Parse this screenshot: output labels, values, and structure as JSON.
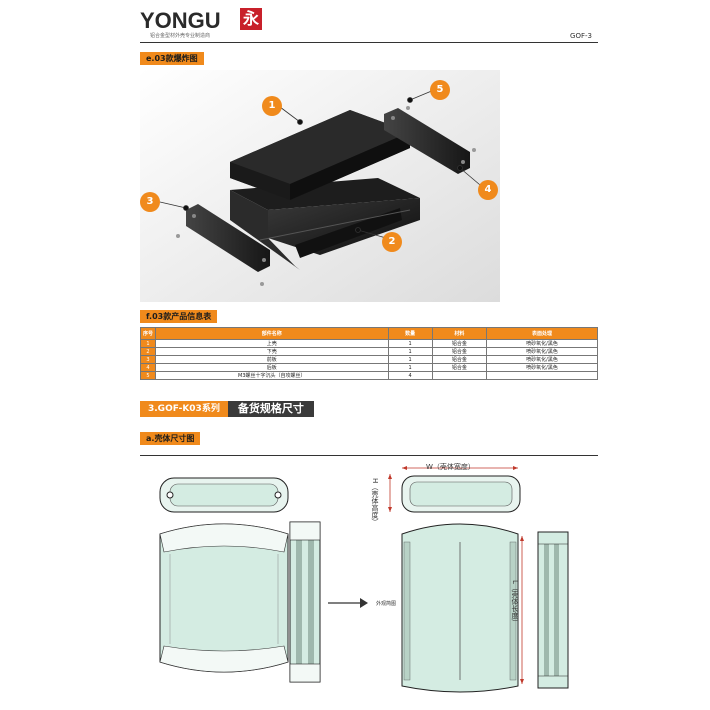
{
  "header": {
    "logo_text": "YONGU",
    "logo_mark": "永",
    "tagline": "铝合金型材外壳专业制造商",
    "page_code": "GOF-3"
  },
  "sections": {
    "explode_title": "e.03款爆炸图",
    "table_title": "f.03款产品信息表",
    "series_left": "3.GOF-K03系列",
    "series_right": "备货规格尺寸",
    "dims_title": "a.壳体尺寸图"
  },
  "callouts": [
    "1",
    "2",
    "3",
    "4",
    "5"
  ],
  "table": {
    "headers": [
      "序号",
      "部件名称",
      "数量",
      "材料",
      "表面处理"
    ],
    "rows": [
      {
        "no": "1",
        "name": "上壳",
        "qty": "1",
        "material": "铝合金",
        "finish": "喷砂氧化/黑色"
      },
      {
        "no": "2",
        "name": "下壳",
        "qty": "1",
        "material": "铝合金",
        "finish": "喷砂氧化/黑色"
      },
      {
        "no": "3",
        "name": "前板",
        "qty": "1",
        "material": "铝合金",
        "finish": "喷砂氧化/黑色"
      },
      {
        "no": "4",
        "name": "后板",
        "qty": "1",
        "material": "铝合金",
        "finish": "喷砂氧化/黑色"
      },
      {
        "no": "5",
        "name": "M3螺丝十字沉头（自攻螺丝）",
        "qty": "4",
        "material": "",
        "finish": ""
      }
    ]
  },
  "dimensions": {
    "width_label": "W（壳体宽度）",
    "height_label": "H（壳体高度）",
    "length_label": "L（壳体长度）",
    "arrow_label": "外观简图"
  },
  "colors": {
    "accent": "#f08a1c",
    "dark": "#3a3a3a",
    "brand_red": "#c8202a",
    "shell": "#1c1c1c",
    "glass": "#d4ece2"
  }
}
